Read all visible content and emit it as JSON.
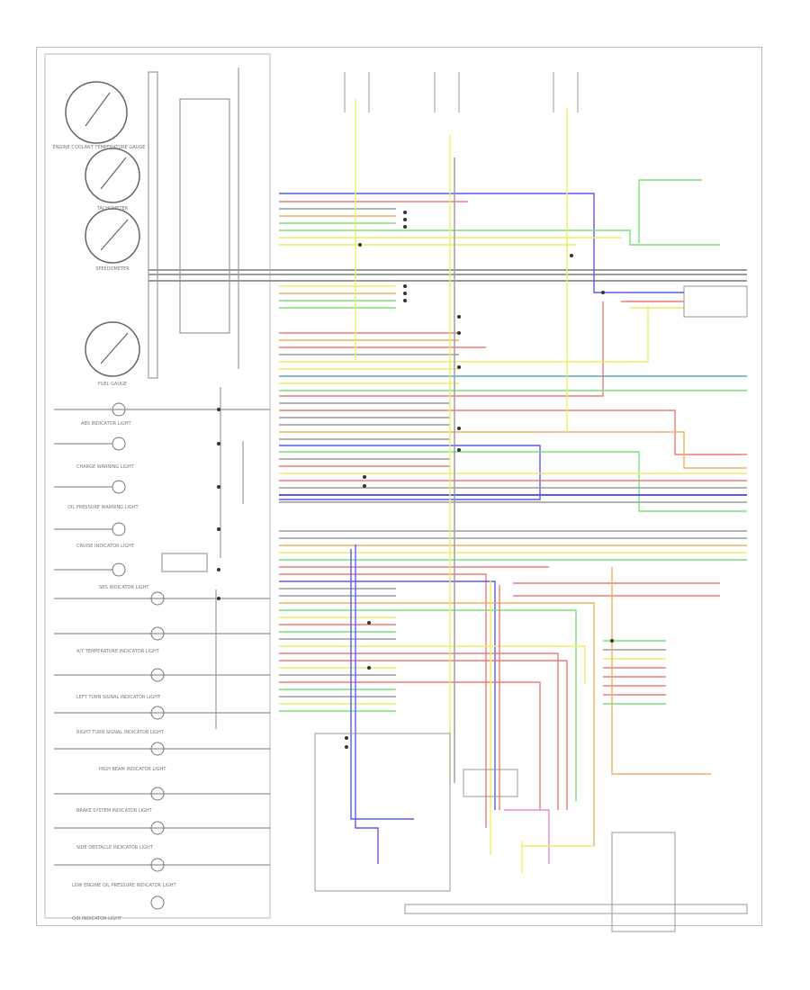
{
  "caption": "",
  "gauges": [
    {
      "label": "ENGINE COOLANT TEMPERATURE GAUGE"
    },
    {
      "label": "TACHOMETER"
    },
    {
      "label": "SPEEDOMETER"
    },
    {
      "label": "FUEL GAUGE"
    }
  ],
  "indicators": [
    {
      "label": "ABS INDICATOR LIGHT"
    },
    {
      "label": "CHARGE WARNING LIGHT"
    },
    {
      "label": "OIL PRESSURE WARNING LIGHT"
    },
    {
      "label": "CRUISE INDICATOR LIGHT"
    },
    {
      "label": "SRS INDICATOR LIGHT"
    },
    {
      "label": "A/T TEMPERATURE INDICATOR LIGHT"
    },
    {
      "label": "LEFT TURN SIGNAL INDICATOR LIGHT"
    },
    {
      "label": "RIGHT TURN SIGNAL INDICATOR LIGHT"
    },
    {
      "label": "HIGH BEAM INDICATOR LIGHT"
    },
    {
      "label": "BRAKE SYSTEM INDICATOR LIGHT"
    },
    {
      "label": "SIDE OBSTACLE INDICATOR LIGHT"
    },
    {
      "label": "LOW ENGINE OIL PRESSURE INDICATOR LIGHT"
    },
    {
      "label": "O/D INDICATOR LIGHT"
    }
  ],
  "wire_colors": {
    "blue": "#5a5af0",
    "red": "#f07a7a",
    "yellow": "#eeee66",
    "green": "#7ae07a",
    "gray": "#9a9a9a",
    "orange": "#f0b060",
    "teal": "#5aa8b8",
    "pink": "#f08ad0"
  }
}
